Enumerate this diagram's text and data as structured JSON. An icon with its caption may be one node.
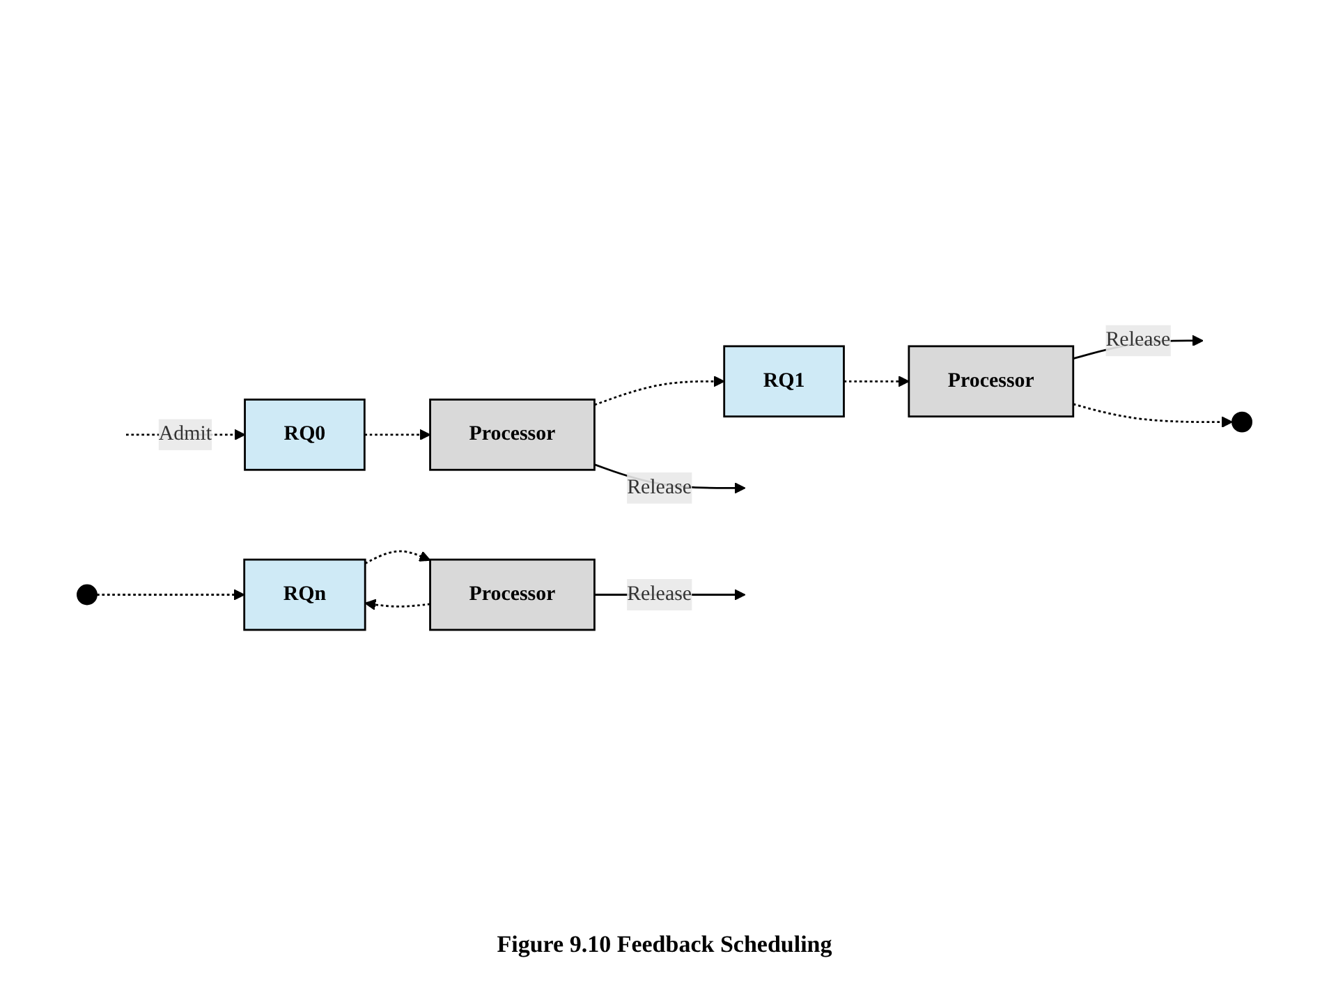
{
  "diagram": {
    "caption": "Figure 9.10 Feedback Scheduling",
    "nodes": [
      {
        "text": [
          "RQ0"
        ]
      },
      {
        "text": [
          "Processor"
        ]
      },
      {
        "text": [
          "RQ1"
        ]
      },
      {
        "text": [
          "Processor"
        ]
      },
      {
        "text": [],
        "shape": "circle"
      },
      {
        "text": [],
        "shape": "circle"
      },
      {
        "text": [
          "RQn"
        ]
      },
      {
        "text": [
          "Processor"
        ]
      }
    ],
    "edges": [
      {
        "from": null,
        "to": 0,
        "arrow": "to",
        "label": "Admit",
        "style": "dashed"
      },
      {
        "from": 0,
        "to": 1,
        "arrow": "to",
        "style": "dashed"
      },
      {
        "from": 1,
        "to": null,
        "arrow": "to",
        "label": "Release"
      },
      {
        "from": 1,
        "to": 2,
        "arrow": "to",
        "style": "dashed"
      },
      {
        "from": 2,
        "to": 3,
        "arrow": "to",
        "style": "dashed"
      },
      {
        "from": 3,
        "to": null,
        "arrow": "to",
        "label": "Release"
      },
      {
        "from": 3,
        "to": 4,
        "arrow": "to",
        "style": "dashed"
      },
      {
        "from": 5,
        "to": 6,
        "arrow": "to",
        "style": "dashed"
      },
      {
        "from": 6,
        "to": 7,
        "arrow": "to",
        "style": "dashed"
      },
      {
        "from": 7,
        "to": null,
        "arrow": "to",
        "label": "Release"
      },
      {
        "from": 7,
        "to": 6,
        "arrow": "to",
        "style": "dashed"
      }
    ]
  }
}
